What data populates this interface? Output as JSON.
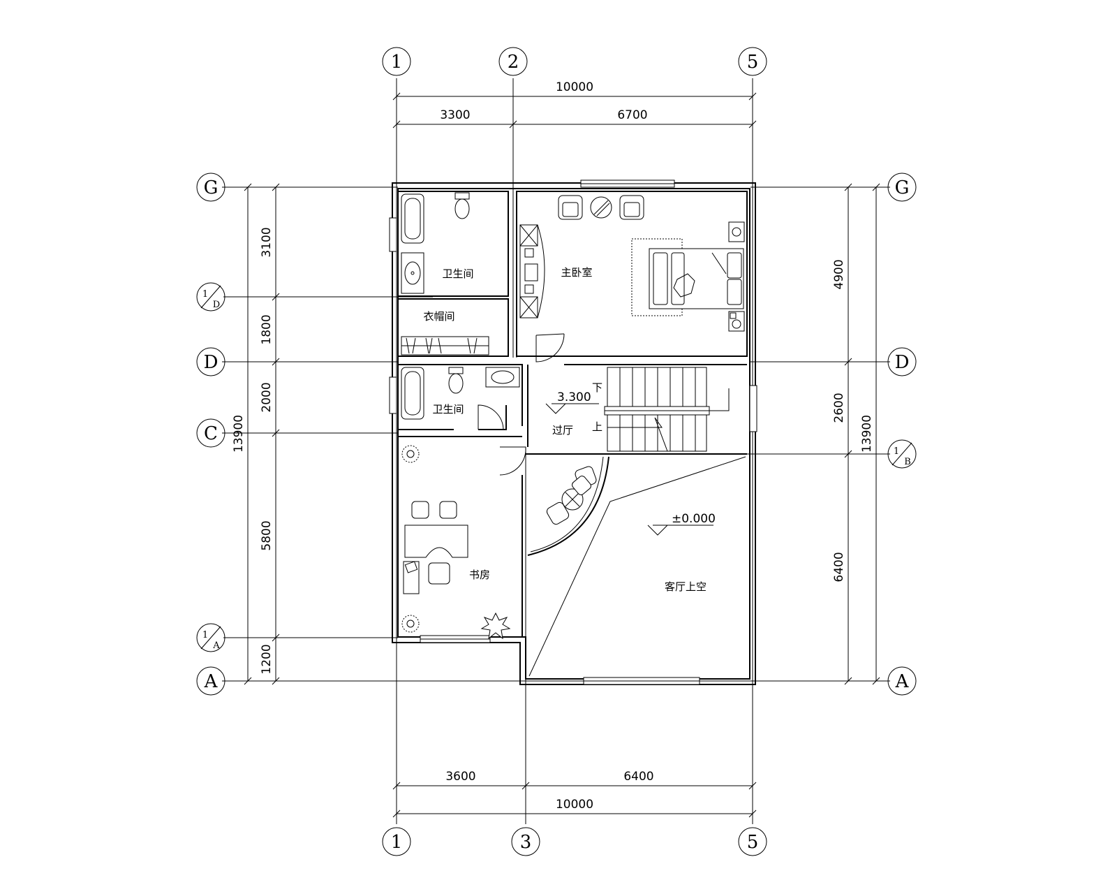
{
  "axes": {
    "top": [
      "1",
      "2",
      "5"
    ],
    "bottom": [
      "1",
      "3",
      "5"
    ],
    "left": [
      "G",
      "D",
      "C",
      "A"
    ],
    "right": [
      "G",
      "D",
      "A"
    ],
    "sub_left_d": [
      "1",
      "D"
    ],
    "sub_left_a": [
      "1",
      "A"
    ],
    "sub_right_b": [
      "1",
      "B"
    ]
  },
  "dimensions": {
    "top_total": "10000",
    "top_seg1": "3300",
    "top_seg2": "6700",
    "bottom_seg1": "3600",
    "bottom_seg2": "6400",
    "bottom_total": "10000",
    "left_total": "13900",
    "left_segs": [
      "3100",
      "1800",
      "2000",
      "5800",
      "1200"
    ],
    "right_segs": [
      "4900",
      "2600",
      "6400"
    ],
    "right_total": "13900"
  },
  "rooms": {
    "bath_upper": "卫生间",
    "bath_lower": "卫生间",
    "closet": "衣帽间",
    "master_bedroom": "主卧室",
    "hall": "过厅",
    "study": "书房",
    "living_void": "客厅上空"
  },
  "levels": {
    "upper": "3.300",
    "lower": "±0.000"
  },
  "stair": {
    "down": "下",
    "up": "上"
  }
}
